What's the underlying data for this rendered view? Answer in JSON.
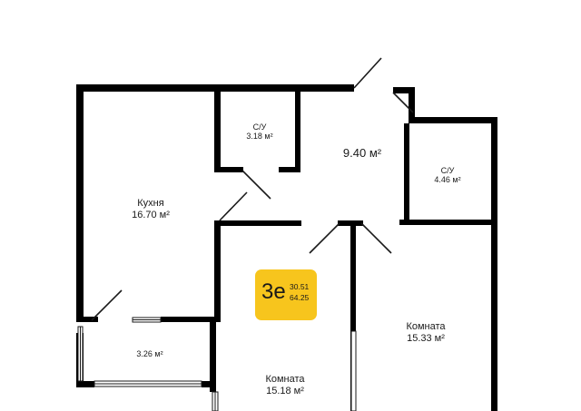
{
  "plan": {
    "rooms": {
      "kitchen": {
        "name": "Кухня",
        "area": "16.70 м²"
      },
      "bath1": {
        "name": "С/У",
        "area": "3.18 м²"
      },
      "hall": {
        "area": "9.40 м²"
      },
      "bath2": {
        "name": "С/У",
        "area": "4.46 м²"
      },
      "balcony": {
        "area": "3.26 м²"
      },
      "room1": {
        "name": "Комната",
        "area": "15.18 м²"
      },
      "room2": {
        "name": "Комната",
        "area": "15.33 м²"
      }
    },
    "badge": {
      "rooms": "3е",
      "living_area": "30.51",
      "total_area": "64.25",
      "color": "#f7c51d"
    },
    "colors": {
      "wall": "#000000",
      "background": "#ffffff"
    }
  }
}
